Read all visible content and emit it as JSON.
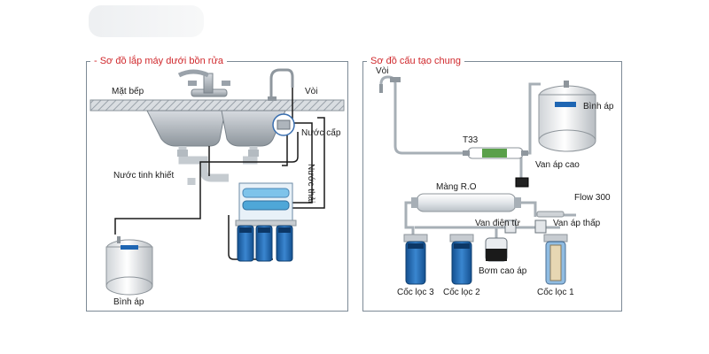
{
  "left_panel": {
    "title": "- Sơ đồ lắp máy dưới bồn rửa",
    "labels": {
      "mat_bep": "Mặt bếp",
      "voi": "Vòi",
      "nuoc_cap": "Nước cấp",
      "nuoc_thai": "Nước thải",
      "nuoc_tinh_khiet": "Nước tinh khiết",
      "binh_ap": "Bình áp"
    }
  },
  "right_panel": {
    "title": "Sơ đồ cấu tạo chung",
    "labels": {
      "voi": "Vòi",
      "binh_ap": "Bình áp",
      "t33": "T33",
      "van_ap_cao": "Van áp cao",
      "mang_ro": "Màng R.O",
      "flow": "Flow 300",
      "van_dien_tu": "Van điện từ",
      "van_ap_thap": "Van áp thấp",
      "bom_cao_ap": "Bơm cao áp",
      "coc_loc_3": "Cốc lọc 3",
      "coc_loc_2": "Cốc lọc 2",
      "coc_loc_1": "Cốc lọc 1"
    }
  },
  "colors": {
    "title_red": "#d0282c",
    "frame": "#7d8a96",
    "filter_blue": "#1f66b3",
    "pipe_black": "#1a1a1a",
    "steel": "#aeb5bc"
  }
}
